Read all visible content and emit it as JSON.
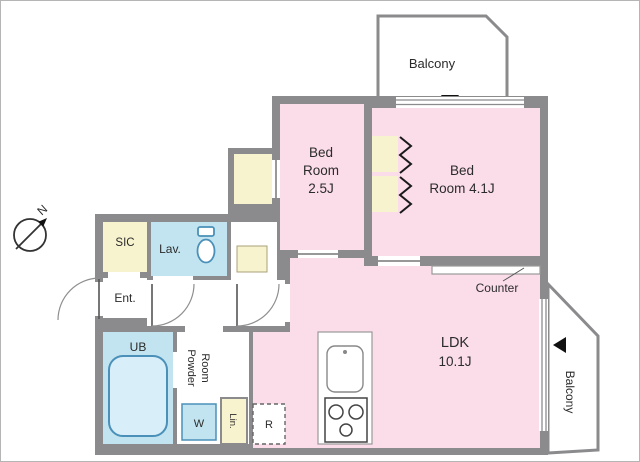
{
  "colors": {
    "wall": "#8b8b8e",
    "room_pink": "#fbdde9",
    "storage_yellow": "#f8f3cf",
    "water_blue": "#c2e4f0",
    "fixture_stroke": "#4a90b8",
    "text": "#2b2b2b",
    "arrow_black": "#111111"
  },
  "compass": {
    "north_label": "N"
  },
  "balconies": {
    "top": "Balcony",
    "right": "Balcony"
  },
  "rooms": {
    "bedroom_small": {
      "lines": [
        "Bed",
        "Room",
        "2.5J"
      ]
    },
    "bedroom_large": {
      "lines": [
        "Bed",
        "Room 4.1J"
      ]
    },
    "ldk": {
      "lines": [
        "LDK",
        "10.1J"
      ]
    },
    "sic": {
      "label": "SIC"
    },
    "lavatory": {
      "label": "Lav."
    },
    "entrance": {
      "label": "Ent."
    },
    "unit_bath": {
      "label": "UB"
    },
    "powder_room": {
      "lines": [
        "Powder",
        "Room"
      ]
    },
    "linen": {
      "label": "Lin."
    }
  },
  "fixtures": {
    "washer_label": "W",
    "refrigerator_label": "R",
    "counter_label": "Counter"
  }
}
